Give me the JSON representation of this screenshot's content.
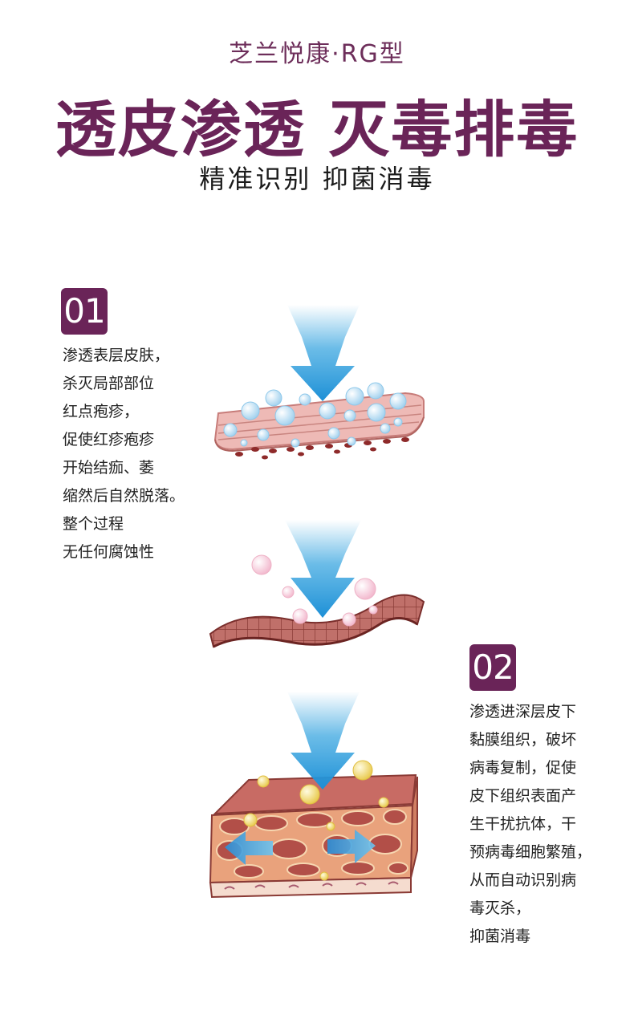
{
  "header": {
    "brand": "芝兰悦康·RG型",
    "headline": "透皮渗透  灭毒排毒",
    "subline": "精准识别  抑菌消毒"
  },
  "step1": {
    "number": "01",
    "lines": [
      "渗透表层皮肤，",
      "杀灭局部部位",
      "红点疱疹，",
      "促使红疹疱疹",
      "开始结痂、萎",
      "缩然后自然脱落。",
      "整个过程",
      "无任何腐蚀性"
    ]
  },
  "step2": {
    "number": "02",
    "lines": [
      "渗透进深层皮下",
      "黏膜组织，破坏",
      "病毒复制，促使",
      "皮下组织表面产",
      "生干扰抗体，干",
      "预病毒细胞繁殖，",
      "从而自动识别病",
      "毒灭杀，",
      " 抑菌消毒"
    ]
  },
  "colors": {
    "accent": "#6a2458",
    "arrow": "#3aa6e0",
    "skin": "#e8b0ae"
  },
  "icons": [
    "arrow-down-icon",
    "skin-layer-icon",
    "skin-grid-icon",
    "tissue-block-icon"
  ]
}
